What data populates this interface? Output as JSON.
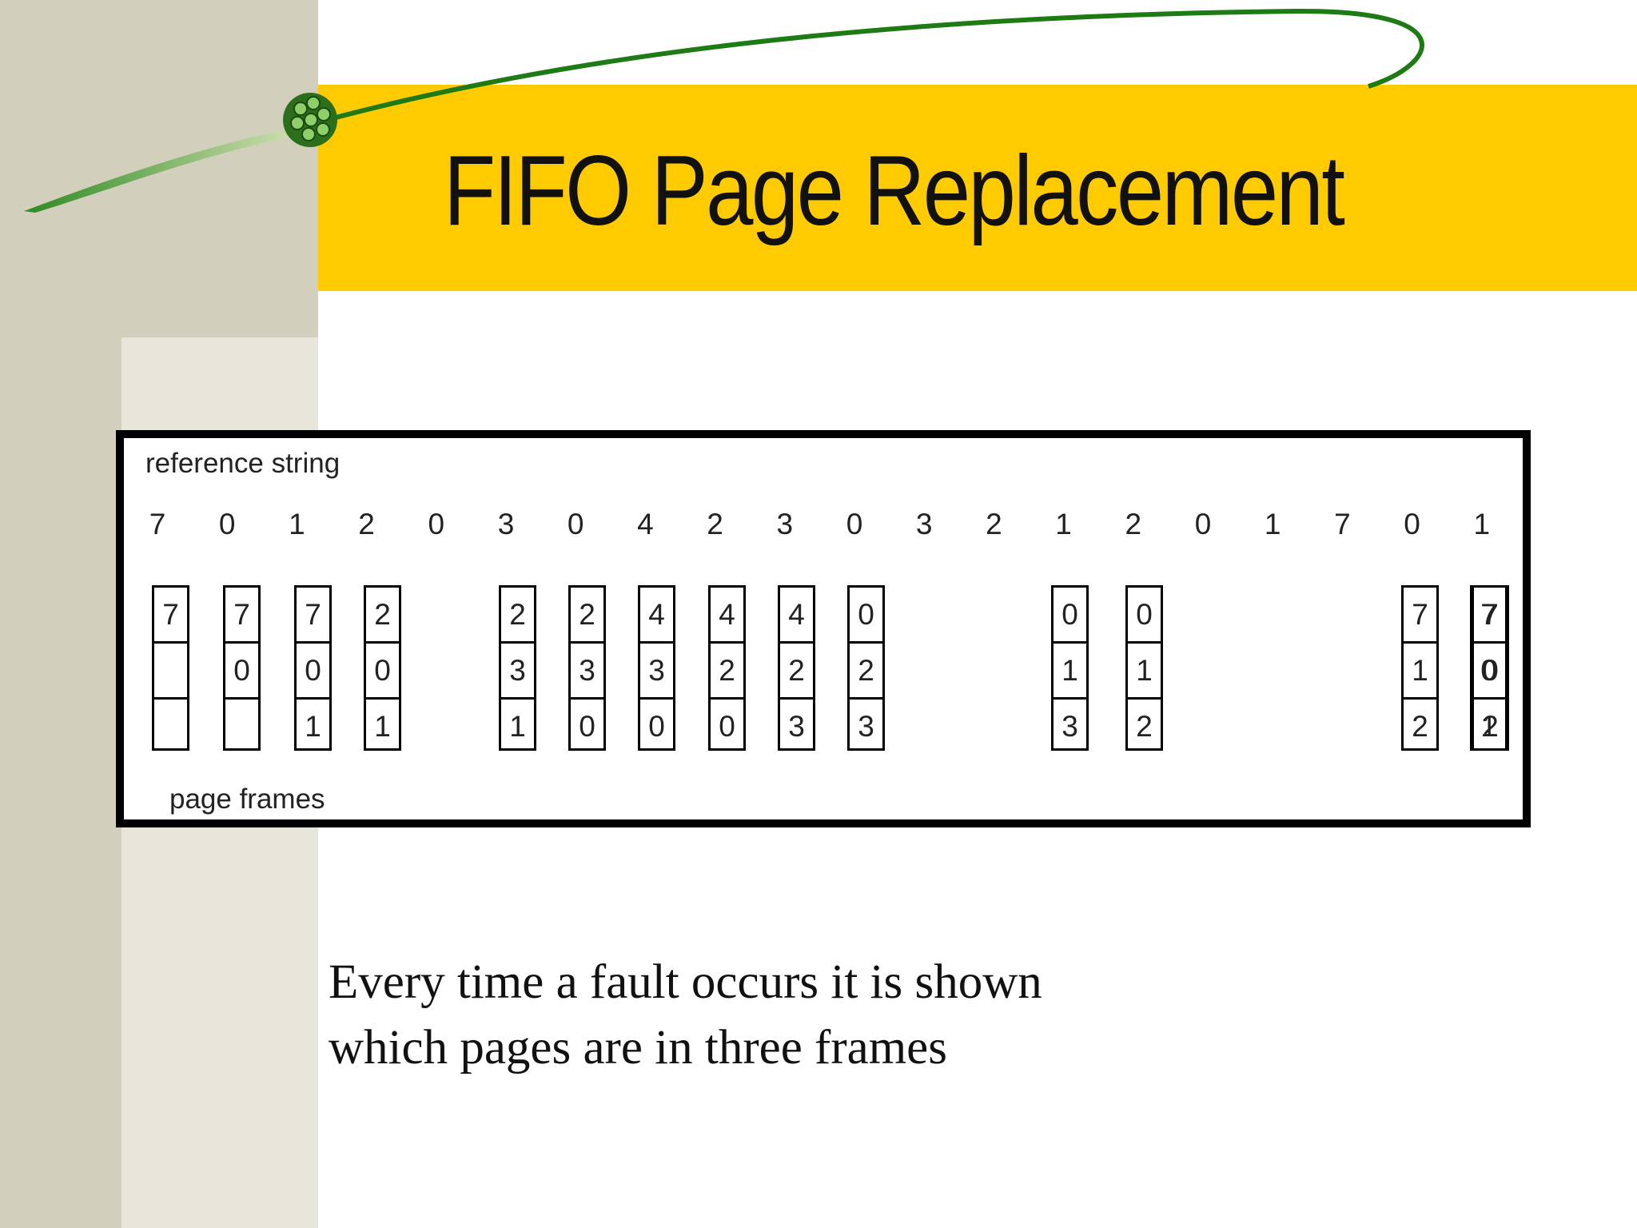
{
  "slide": {
    "title": "FIFO Page Replacement",
    "colors": {
      "title_bar": "#fdcb00",
      "left_band": "#d2d0bd",
      "left_inner": "#e8e6da",
      "swoosh": "#1e7a14"
    }
  },
  "figure": {
    "reference_label": "reference string",
    "frames_label": "page frames",
    "reference_string": [
      "7",
      "0",
      "1",
      "2",
      "0",
      "3",
      "0",
      "4",
      "2",
      "3",
      "0",
      "3",
      "2",
      "1",
      "2",
      "0",
      "1",
      "7",
      "0",
      "1"
    ],
    "frame_columns": [
      [
        "7",
        "",
        ""
      ],
      [
        "7",
        "0",
        ""
      ],
      [
        "7",
        "0",
        "1"
      ],
      [
        "2",
        "0",
        "1"
      ],
      [
        "2",
        "3",
        "1"
      ],
      [
        "2",
        "3",
        "0"
      ],
      [
        "4",
        "3",
        "0"
      ],
      [
        "4",
        "2",
        "0"
      ],
      [
        "4",
        "2",
        "3"
      ],
      [
        "0",
        "2",
        "3"
      ],
      [
        "0",
        "1",
        "3"
      ],
      [
        "0",
        "1",
        "2"
      ],
      [
        "7",
        "1",
        "2"
      ],
      [
        "7",
        "0",
        "2"
      ],
      [
        "7",
        "0",
        "1"
      ]
    ]
  },
  "caption": {
    "line1": "Every time a fault occurs it is shown",
    "line2": "which pages are in three frames"
  }
}
